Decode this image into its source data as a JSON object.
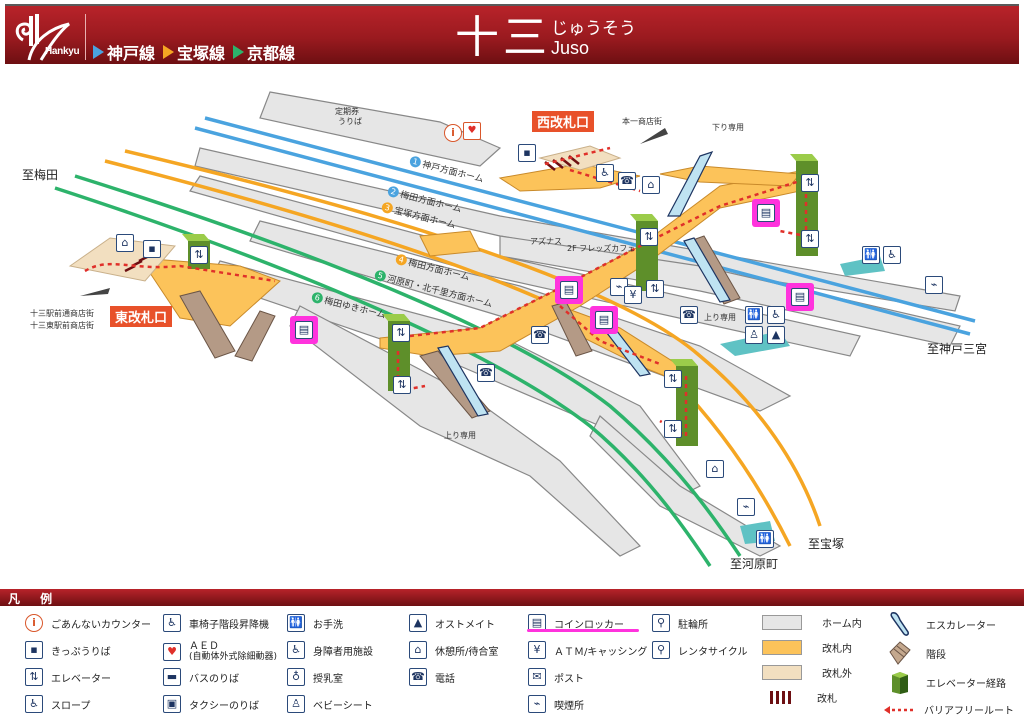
{
  "header": {
    "brand": "Hankyu",
    "lines": [
      {
        "label": "神戸線",
        "color": "#4aa3df"
      },
      {
        "label": "宝塚線",
        "color": "#f5a623"
      },
      {
        "label": "京都線",
        "color": "#2db36b"
      }
    ],
    "station_kanji": "十三",
    "station_kana": "じゅうそう",
    "station_roman": "Juso",
    "colors": {
      "bar_top": "#b8232a",
      "bar_bottom": "#6d0f12"
    }
  },
  "map": {
    "directions": {
      "umeda": "至梅田",
      "kobe_sannomiya": "至神戸三宮",
      "takarazuka": "至宝塚",
      "kawaramachi": "至河原町"
    },
    "gates": {
      "west": "西改札口",
      "east": "東改札口"
    },
    "platforms": [
      {
        "num": "1",
        "label": "神戸方面ホーム",
        "color": "#4aa3df"
      },
      {
        "num": "2",
        "label": "梅田方面ホーム",
        "color": "#4aa3df"
      },
      {
        "num": "3",
        "label": "宝塚方面ホーム",
        "color": "#f5a623"
      },
      {
        "num": "4",
        "label": "梅田方面ホーム",
        "color": "#f5a623"
      },
      {
        "num": "5",
        "label": "河原町・北千里方面ホーム",
        "color": "#2db36b"
      },
      {
        "num": "6",
        "label": "梅田ゆきホーム",
        "color": "#2db36b"
      }
    ],
    "labels": {
      "commuter_pass": "定期券\nうりば",
      "commuter_pass_l1": "定期券",
      "commuter_pass_l2": "うりば",
      "honichi_shopping": "本一商店街",
      "eki_mae_1": "十三駅前通商店街",
      "eki_mae_2": "十三東駅前商店街",
      "down_only": "下り専用",
      "up_only_1": "上り専用",
      "up_only_2": "上り専用",
      "asnas": "アズナス",
      "cafe": "2F フレッズカフェ",
      "aed": "AED"
    },
    "colors": {
      "kobe_line": "#4aa3df",
      "takarazuka_line": "#f5a623",
      "kyoto_line": "#2db36b",
      "platform": "#e6e6e6",
      "inside_gate": "#fcc35a",
      "outside_gate": "#f2dfc0",
      "barrier_free_route": "#e0302a",
      "locker_highlight": "#ff33dd",
      "elevator_green": "#5e8f2a"
    }
  },
  "legend": {
    "title": "凡 例",
    "items": [
      {
        "icon": "info-icon",
        "glyph": "i",
        "label": "ごあんないカウンター"
      },
      {
        "icon": "ticket-office-icon",
        "glyph": "▪",
        "label": "きっぷうりば"
      },
      {
        "icon": "elevator-icon",
        "glyph": "⇅",
        "label": "エレベーター"
      },
      {
        "icon": "slope-icon",
        "glyph": "♿",
        "label": "スロープ"
      },
      {
        "icon": "stair-lift-icon",
        "glyph": "♿",
        "label": "車椅子階段昇降機"
      },
      {
        "icon": "aed-icon",
        "glyph": "♥",
        "label": "ＡＥＤ",
        "sublabel": "(自動体外式除細動器)"
      },
      {
        "icon": "bus-icon",
        "glyph": "▬",
        "label": "バスのりば"
      },
      {
        "icon": "taxi-icon",
        "glyph": "▣",
        "label": "タクシーのりば"
      },
      {
        "icon": "restroom-icon",
        "glyph": "🚻",
        "label": "お手洗"
      },
      {
        "icon": "accessible-facility-icon",
        "glyph": "♿",
        "label": "身障者用施設"
      },
      {
        "icon": "nursing-room-icon",
        "glyph": "♁",
        "label": "授乳室"
      },
      {
        "icon": "baby-seat-icon",
        "glyph": "♙",
        "label": "ベビーシート"
      },
      {
        "icon": "ostomate-icon",
        "glyph": "▲",
        "label": "オストメイト"
      },
      {
        "icon": "waiting-room-icon",
        "glyph": "⌂",
        "label": "休憩所/待合室"
      },
      {
        "icon": "telephone-icon",
        "glyph": "☎",
        "label": "電話"
      },
      {
        "icon": "coin-locker-icon",
        "glyph": "▤",
        "label": "コインロッカー"
      },
      {
        "icon": "atm-icon",
        "glyph": "¥",
        "label": "ＡＴＭ/キャッシング"
      },
      {
        "icon": "post-icon",
        "glyph": "✉",
        "label": "ポスト"
      },
      {
        "icon": "smoking-area-icon",
        "glyph": "⌁",
        "label": "喫煙所"
      },
      {
        "icon": "bicycle-parking-icon",
        "glyph": "⚲",
        "label": "駐輪所"
      },
      {
        "icon": "rental-cycle-icon",
        "glyph": "⚲",
        "label": "レンタサイクル"
      }
    ],
    "swatches": [
      {
        "label": "ホーム内",
        "color": "#e6e6e6"
      },
      {
        "label": "改札内",
        "color": "#fcc35a"
      },
      {
        "label": "改札外",
        "color": "#f2dfc0"
      },
      {
        "label": "改札",
        "color": "#6d0f12"
      }
    ],
    "symbols": [
      {
        "label": "エスカレーター"
      },
      {
        "label": "階段"
      },
      {
        "label": "エレベーター経路"
      },
      {
        "label": "バリアフリールート"
      }
    ]
  }
}
